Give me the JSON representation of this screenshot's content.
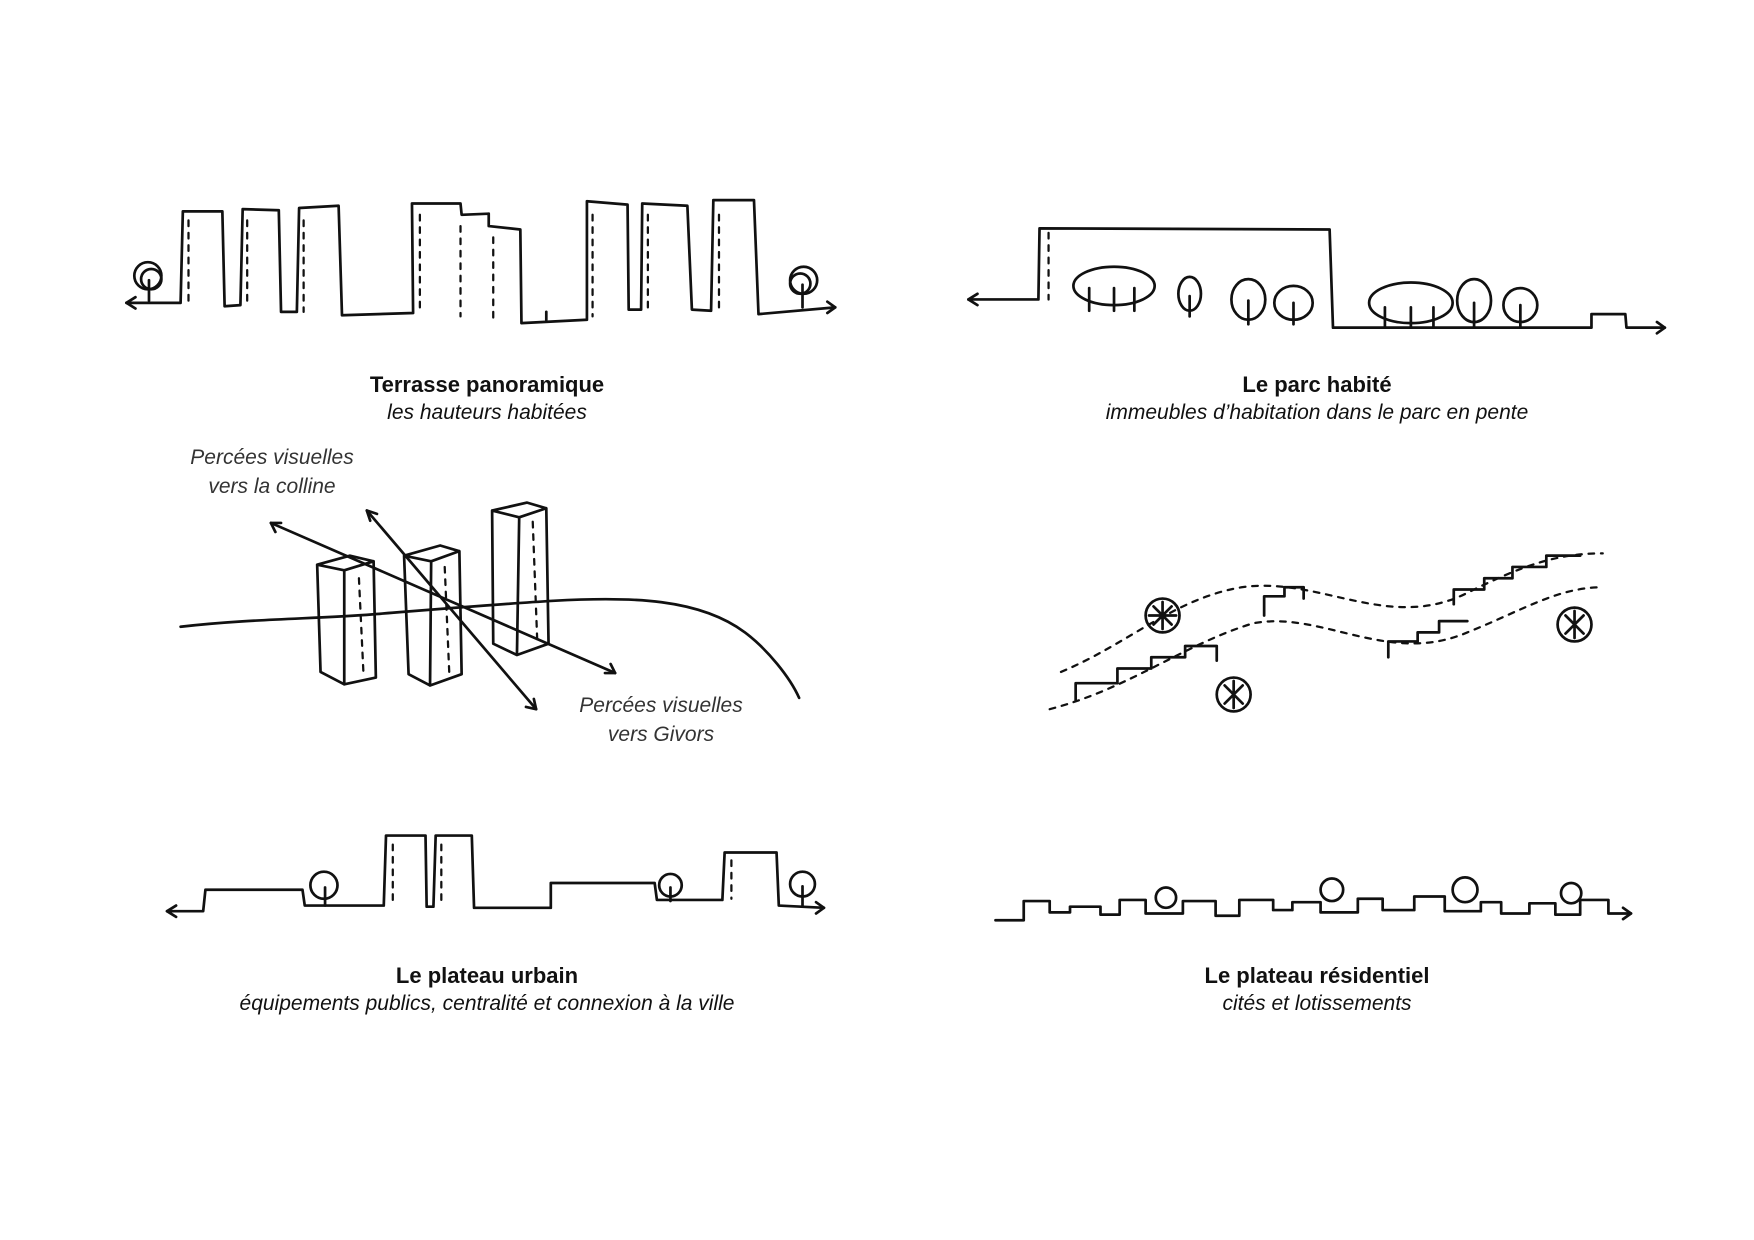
{
  "panels": [
    {
      "title": "Terrasse panoramique",
      "subtitle": "les hauteurs habitées"
    },
    {
      "title": "Le parc habité",
      "subtitle": "immeubles d’habitation dans le parc en pente"
    },
    {
      "title": "Le plateau urbain",
      "subtitle": "équipements publics, centralité et connexion à la ville"
    },
    {
      "title": "Le plateau résidentiel",
      "subtitle": "cités et lotissements"
    }
  ],
  "annotations": {
    "colline_line1": "Percées visuelles",
    "colline_line2": "vers la colline",
    "givors_line1": "Percées visuelles",
    "givors_line2": "vers Givors"
  }
}
